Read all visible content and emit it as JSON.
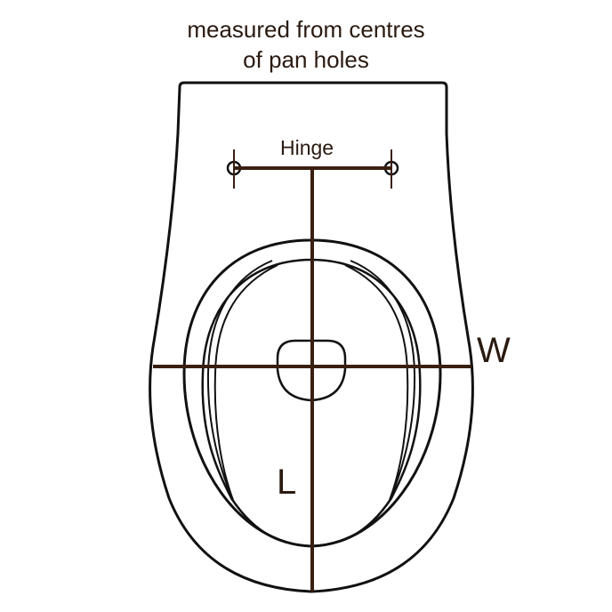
{
  "caption": {
    "line1": "measured from centres",
    "line2": "of pan holes"
  },
  "labels": {
    "hinge": "Hinge",
    "width": "W",
    "length": "L"
  },
  "colors": {
    "outline": "#111111",
    "measure_line": "#3a1f10",
    "text": "#2a1a10",
    "background": "#ffffff"
  },
  "diagram": {
    "subject": "toilet pan top view",
    "measurements": [
      "Hinge",
      "W",
      "L"
    ]
  }
}
